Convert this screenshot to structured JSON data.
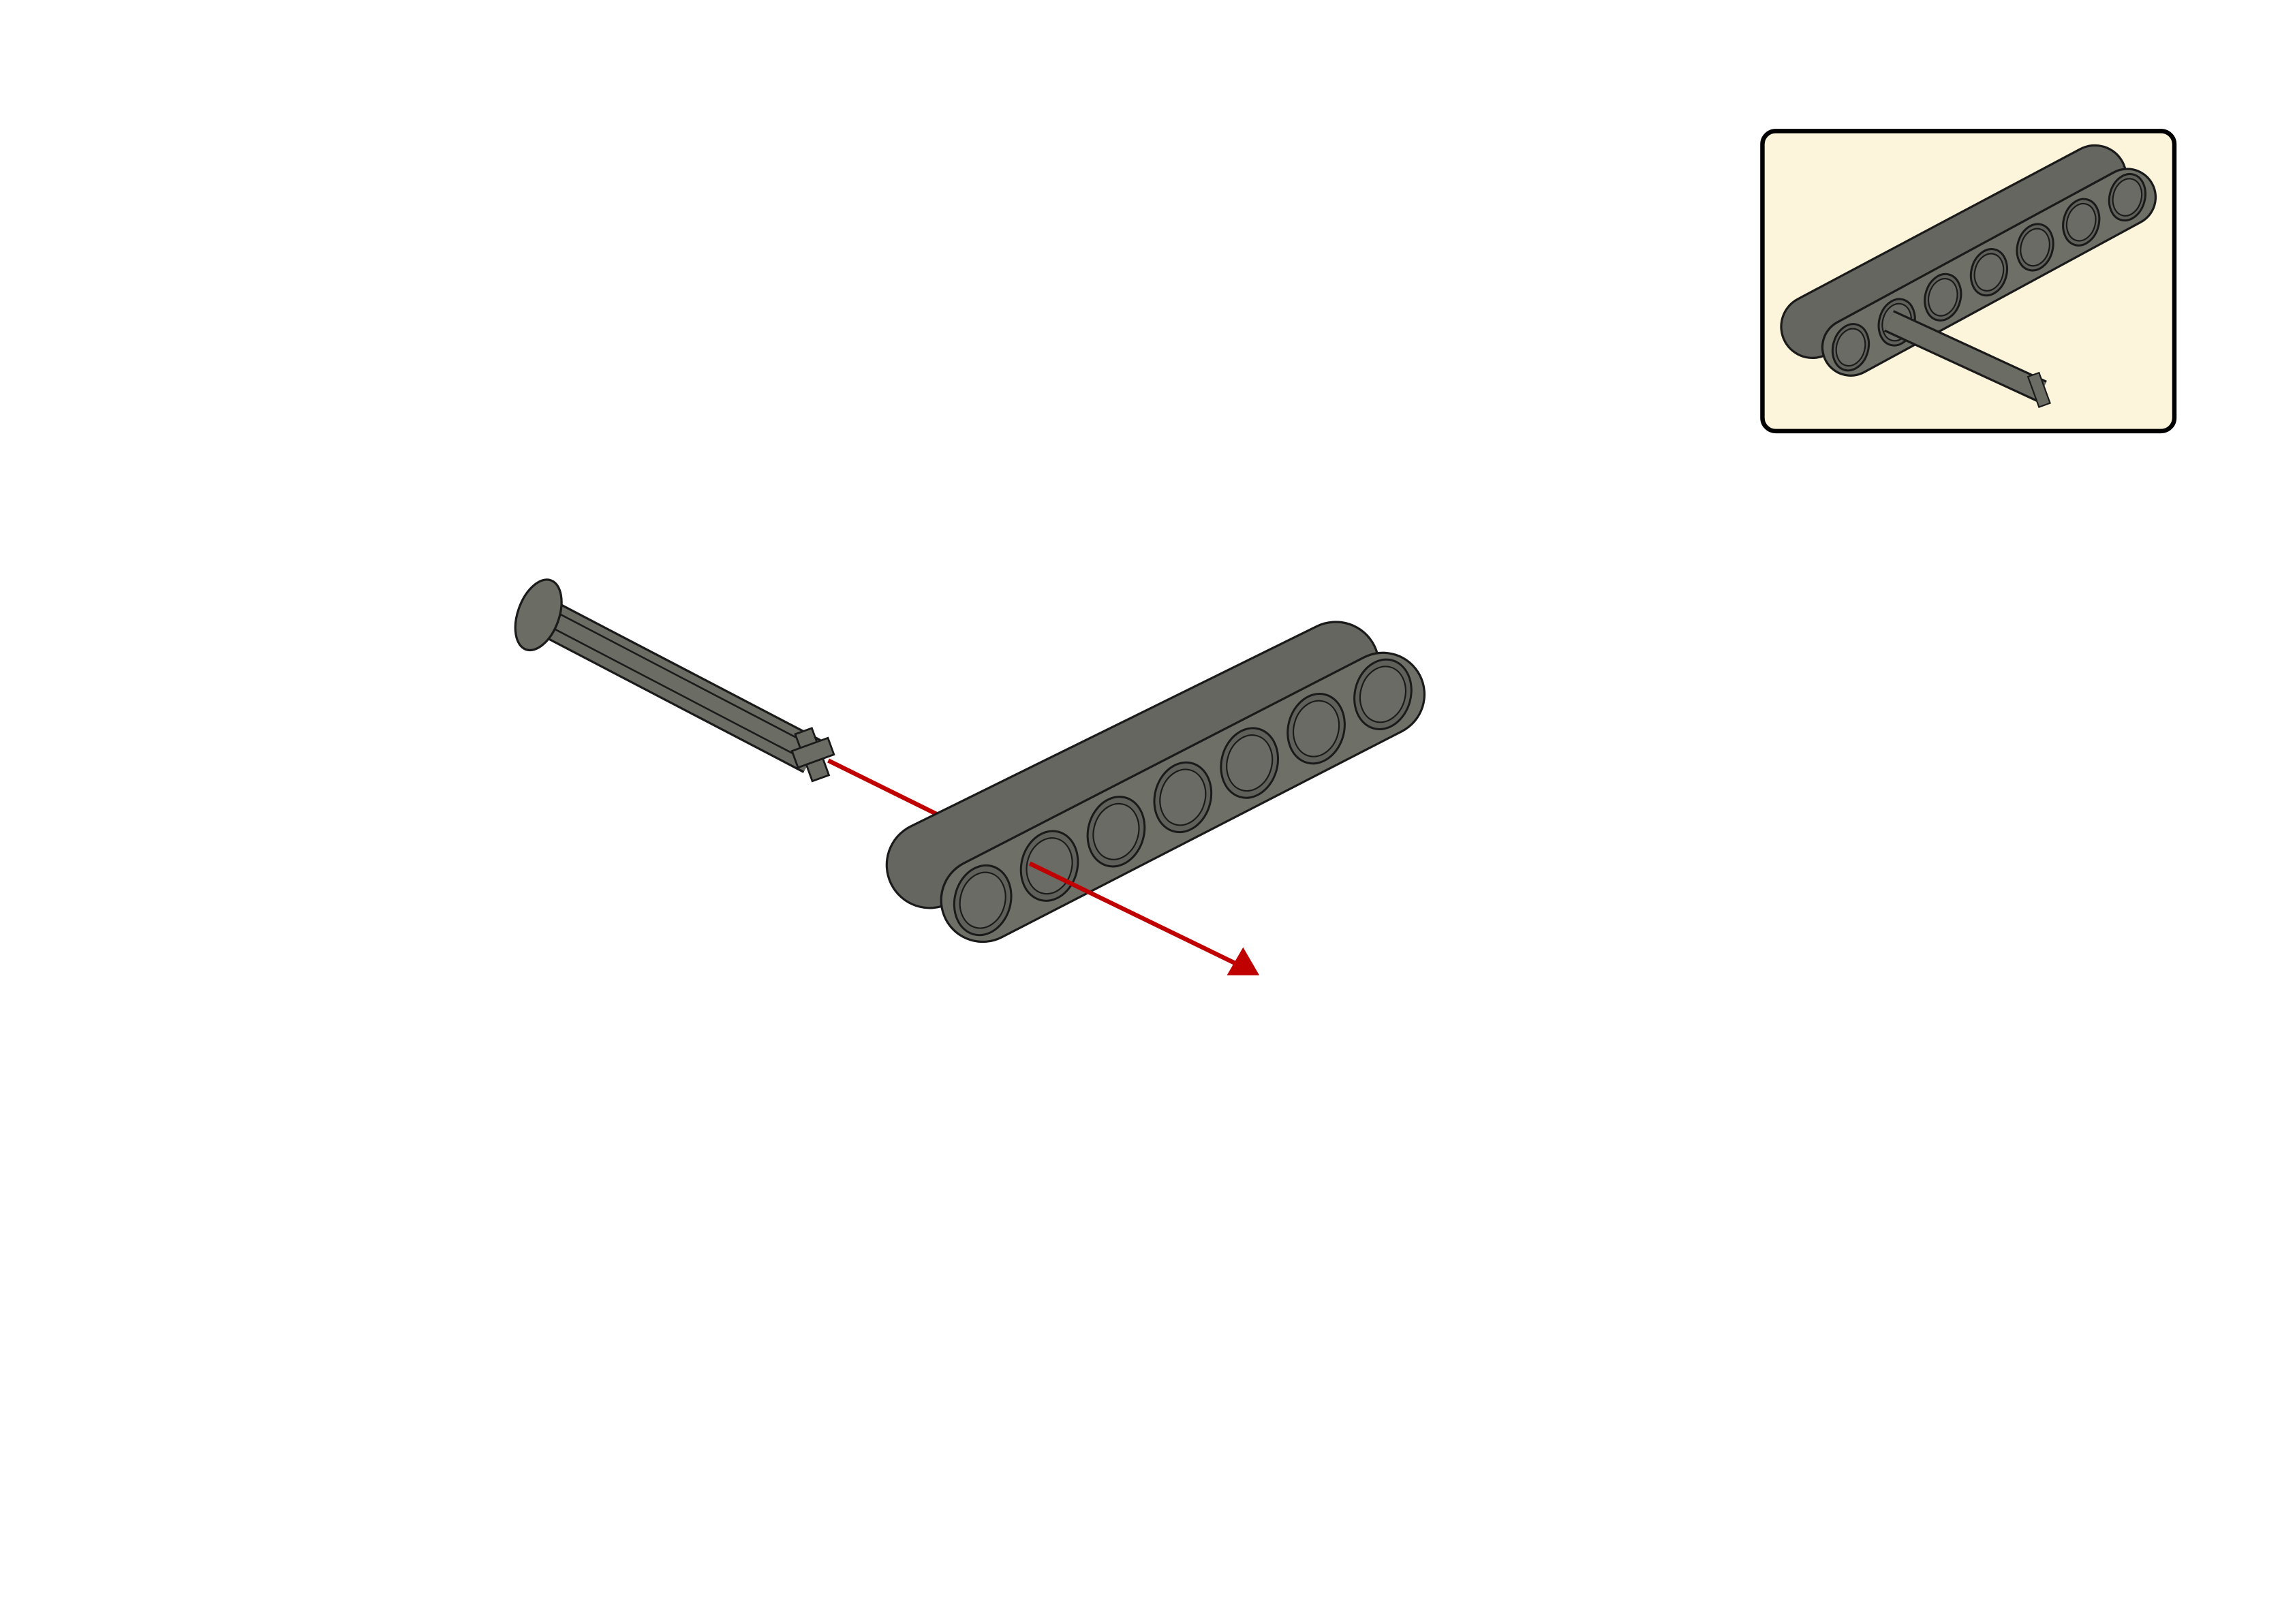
{
  "page": {
    "background_color": "#ffffff"
  },
  "step_diagram": {
    "parts": [
      "technic-beam-7",
      "technic-axle-with-stop"
    ],
    "part_color": "#6b6c64",
    "outline_color": "#1a1a1a",
    "motion_arrow_color": "#c00000"
  },
  "callout": {
    "background_color": "#fdf4dc",
    "border_color": "#000000",
    "shows": "assembled-result"
  }
}
